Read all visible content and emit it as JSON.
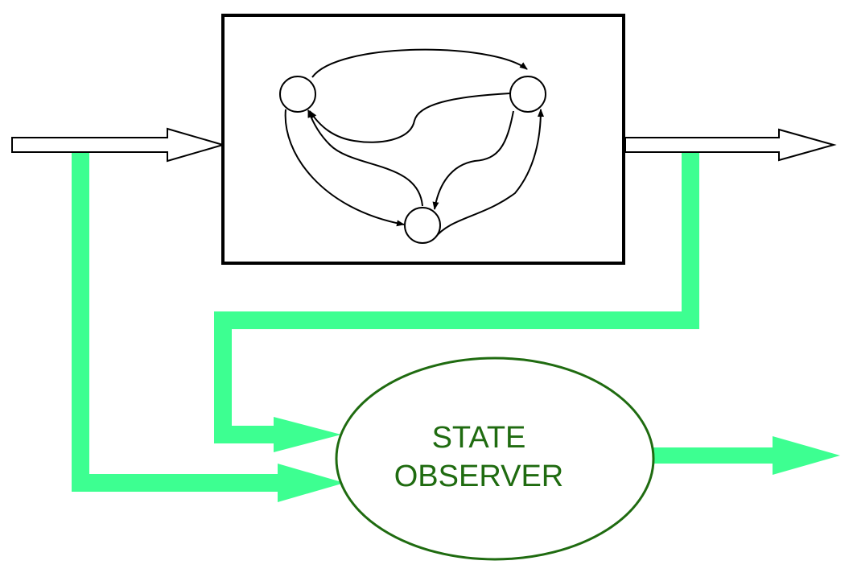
{
  "observer": {
    "label_line_1": "STATE",
    "label_line_2": "OBSERVER"
  },
  "colors": {
    "signal": "#3dff91",
    "observer": "#1f6b10",
    "plant": "#000000",
    "background": "#ffffff"
  },
  "icons": {
    "input_arrow": "hollow-right-arrow",
    "output_arrow": "hollow-right-arrow",
    "estimate_arrow": "filled-right-arrow"
  },
  "state_machine": {
    "states": 3,
    "transitions": 6
  }
}
